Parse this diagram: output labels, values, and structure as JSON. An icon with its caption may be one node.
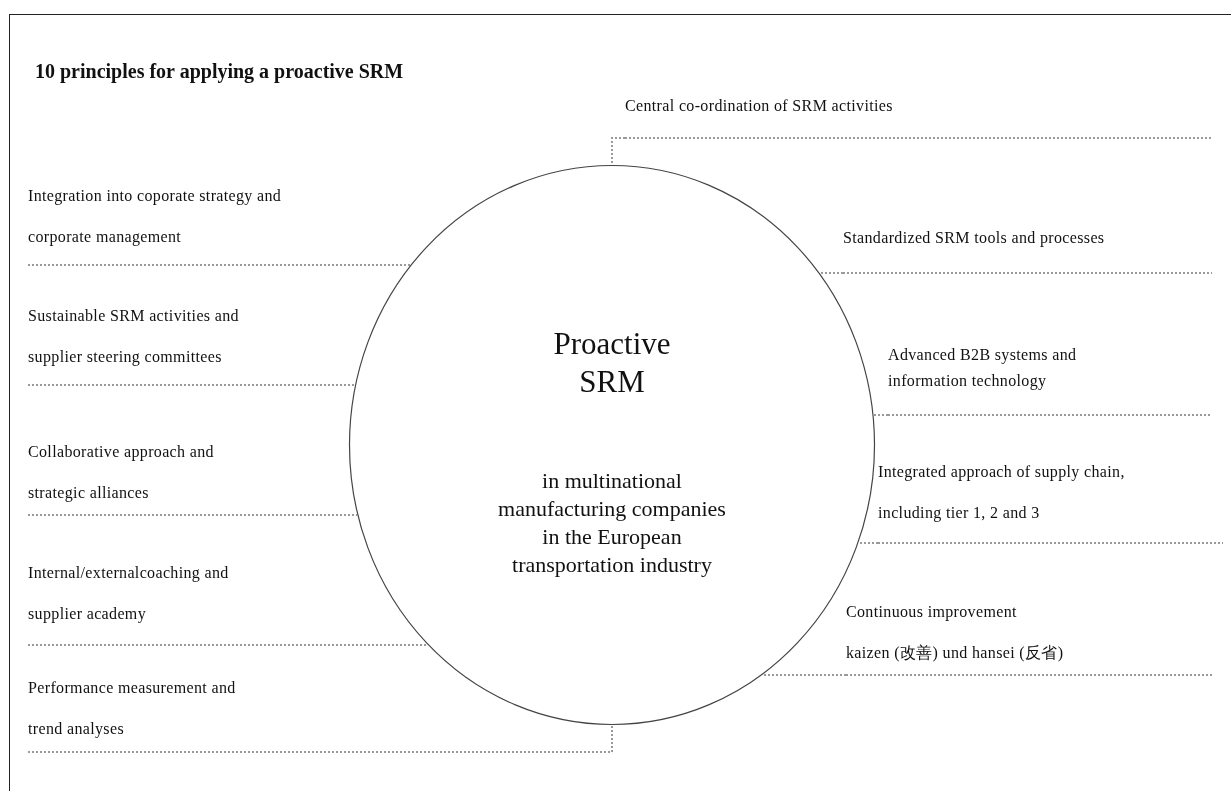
{
  "diagram": {
    "title": "10 principles for applying a proactive SRM",
    "nodes": [
      {
        "text": [
          "Proactive SRM",
          "in multinational manufacturing companies in the European transportation industry"
        ]
      },
      {
        "text": [
          "Integration into coporate strategy and corporate management"
        ]
      },
      {
        "text": [
          "Sustainable SRM activities and supplier steering committees"
        ]
      },
      {
        "text": [
          "Collaborative approach and strategic alliances"
        ]
      },
      {
        "text": [
          "Internal/externalcoaching and supplier academy"
        ]
      },
      {
        "text": [
          "Performance measurement and trend analyses"
        ]
      },
      {
        "text": [
          "Central co-ordination of SRM activities"
        ]
      },
      {
        "text": [
          "Standardized SRM tools and processes"
        ]
      },
      {
        "text": [
          "Advanced B2B systems and information technology"
        ]
      },
      {
        "text": [
          "Integrated approach of supply chain, including tier 1, 2 and 3"
        ]
      },
      {
        "text": [
          "Continuous improvement kaizen (改善) und hansei (反省)"
        ]
      }
    ],
    "edges": [
      {
        "from": 1,
        "to": 0,
        "arrow": "none"
      },
      {
        "from": 2,
        "to": 0,
        "arrow": "none"
      },
      {
        "from": 3,
        "to": 0,
        "arrow": "none"
      },
      {
        "from": 4,
        "to": 0,
        "arrow": "none"
      },
      {
        "from": 5,
        "to": 0,
        "arrow": "none"
      },
      {
        "from": 6,
        "to": 0,
        "arrow": "none"
      },
      {
        "from": 7,
        "to": 0,
        "arrow": "none"
      },
      {
        "from": 8,
        "to": 0,
        "arrow": "none"
      },
      {
        "from": 9,
        "to": 0,
        "arrow": "none"
      },
      {
        "from": 10,
        "to": 0,
        "arrow": "none"
      }
    ]
  }
}
